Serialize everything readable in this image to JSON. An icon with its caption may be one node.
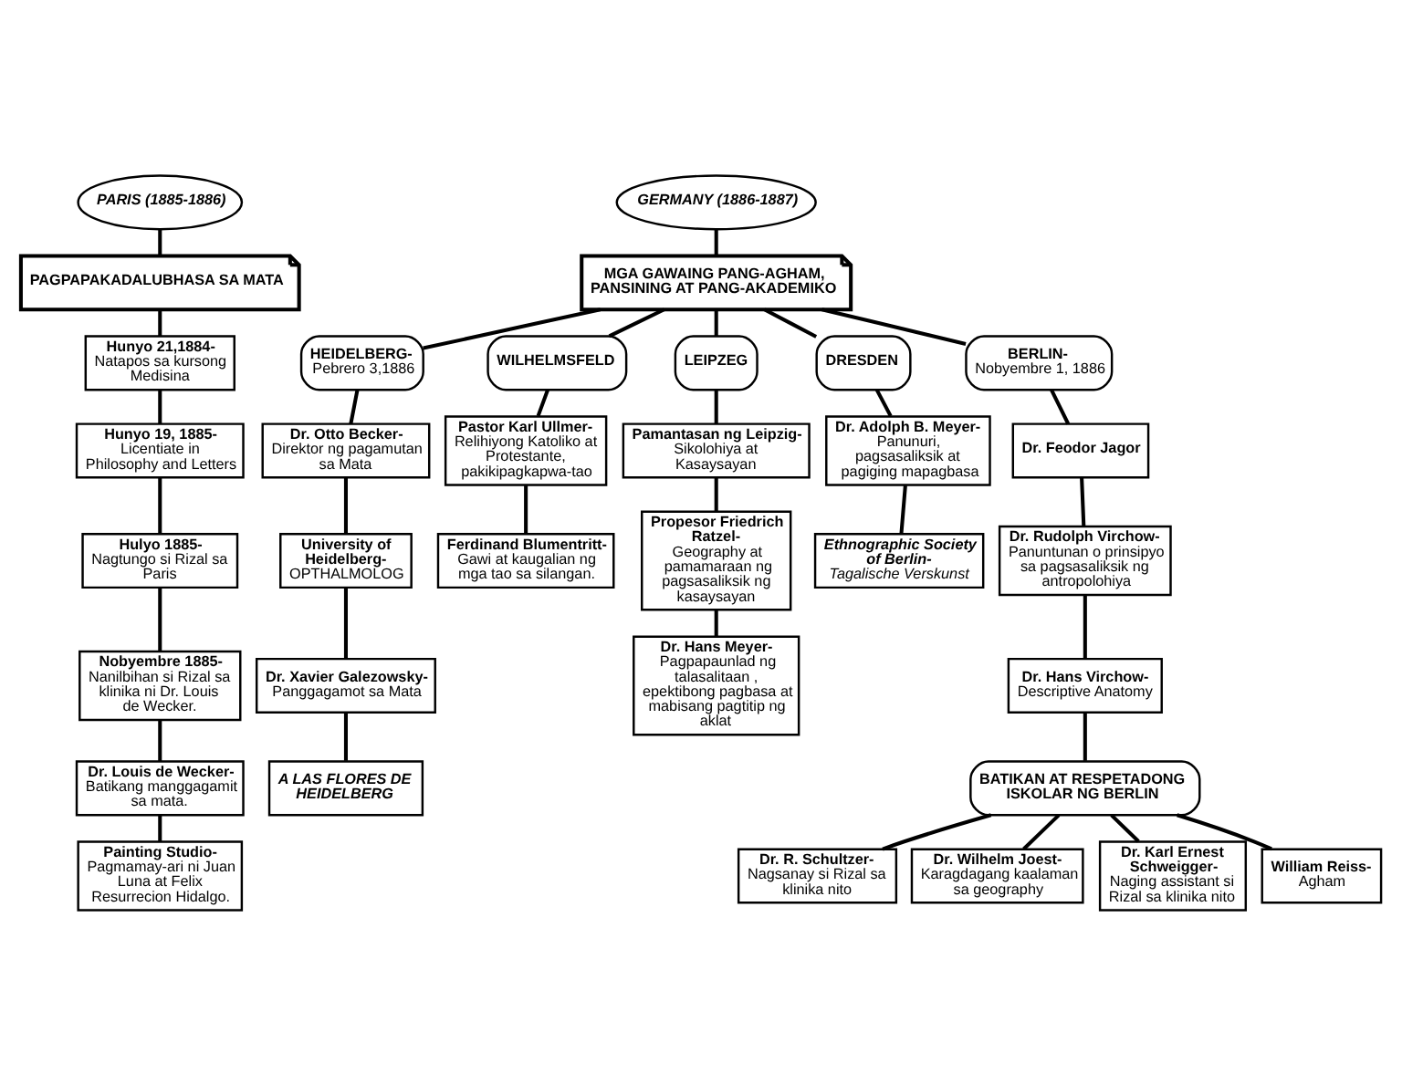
{
  "diagram": {
    "nodes": [
      {
        "text": [
          "PARIS (1885-1886)"
        ]
      },
      {
        "text": [
          "PAGPAPAKADALUBHASA SA MATA"
        ]
      },
      {
        "text": [
          "Hunyo 21,1884-",
          "Natapos sa kursong Medisina"
        ]
      },
      {
        "text": [
          "Hunyo 19, 1885-",
          "Licentiate in Philosophy and Letters"
        ]
      },
      {
        "text": [
          "Hulyo 1885-",
          "Nagtungo si Rizal sa Paris"
        ]
      },
      {
        "text": [
          "Nobyembre 1885-",
          "Nanilbihan si Rizal sa klinika ni Dr. Louis de Wecker."
        ]
      },
      {
        "text": [
          "Dr. Louis de Wecker-",
          "Batikang manggagamit sa mata."
        ]
      },
      {
        "text": [
          "Painting Studio-",
          "Pagmamay-ari ni Juan Luna at Felix Resurrecion Hidalgo."
        ]
      },
      {
        "text": [
          "GERMANY (1886-1887)"
        ]
      },
      {
        "text": [
          "MGA GAWAING PANG-AGHAM, PANSINING AT PANG-AKADEMIKO"
        ]
      },
      {
        "text": [
          "HEIDELBERG-",
          "Pebrero 3,1886"
        ]
      },
      {
        "text": [
          "WILHELMSFELD"
        ]
      },
      {
        "text": [
          "LEIPZEG"
        ]
      },
      {
        "text": [
          "DRESDEN"
        ]
      },
      {
        "text": [
          "BERLIN-",
          "Nobyembre 1, 1886"
        ]
      },
      {
        "text": [
          "Dr. Otto Becker-",
          "Direktor ng pagamutan sa Mata"
        ]
      },
      {
        "text": [
          "University of Heidelberg-",
          "OPTHALMOLOG"
        ]
      },
      {
        "text": [
          "Dr. Xavier Galezowsky-",
          "Panggagamot sa Mata"
        ]
      },
      {
        "text": [
          "A LAS FLORES DE HEIDELBERG"
        ]
      },
      {
        "text": [
          "Pastor Karl Ullmer-",
          "Relihiyong Katoliko at Protestante, pakikipagkapwa-tao"
        ]
      },
      {
        "text": [
          "Ferdinand Blumentritt-",
          "Gawi at kaugalian ng mga tao sa silangan."
        ]
      },
      {
        "text": [
          "Pamantasan ng Leipzig-",
          "Sikolohiya at Kasaysayan"
        ]
      },
      {
        "text": [
          "Propesor Friedrich Ratzel-",
          "Geography at pamamaraan ng pagsasaliksik ng kasaysayan"
        ]
      },
      {
        "text": [
          "Dr. Hans Meyer-",
          "Pagpapaunlad ng talasalitaan , epektibong pagbasa at mabisang pagtitip ng aklat"
        ]
      },
      {
        "text": [
          "Dr. Adolph B. Meyer-",
          "Panunuri, pagsasaliksik at pagiging mapagbasa"
        ]
      },
      {
        "text": [
          "Ethnographic Society of Berlin-",
          "Tagalische Verskunst"
        ]
      },
      {
        "text": [
          "Dr. Feodor Jagor"
        ]
      },
      {
        "text": [
          "Dr. Rudolph Virchow-",
          "Panuntunan o prinsipyo sa pagsasaliksik ng antropolohiya"
        ]
      },
      {
        "text": [
          "Dr. Hans Virchow-",
          "Descriptive Anatomy"
        ]
      },
      {
        "text": [
          "BATIKAN AT RESPETADONG ISKOLAR NG BERLIN"
        ]
      },
      {
        "text": [
          "Dr. R. Schultzer-",
          "Nagsanay si Rizal sa klinika nito"
        ]
      },
      {
        "text": [
          "Dr. Wilhelm Joest-",
          "Karagdagang kaalaman sa geography"
        ]
      },
      {
        "text": [
          "Dr. Karl Ernest Schweigger-",
          "Naging assistant si Rizal sa klinika nito"
        ]
      },
      {
        "text": [
          "William Reiss-",
          "Agham"
        ]
      }
    ],
    "edges": [
      {
        "from": 0,
        "to": 1,
        "arrow": "none"
      },
      {
        "from": 1,
        "to": 2,
        "arrow": "none"
      },
      {
        "from": 2,
        "to": 3,
        "arrow": "none"
      },
      {
        "from": 3,
        "to": 4,
        "arrow": "none"
      },
      {
        "from": 4,
        "to": 5,
        "arrow": "none"
      },
      {
        "from": 5,
        "to": 6,
        "arrow": "none"
      },
      {
        "from": 6,
        "to": 7,
        "arrow": "none"
      },
      {
        "from": 8,
        "to": 9,
        "arrow": "none"
      },
      {
        "from": 9,
        "to": 10,
        "arrow": "none"
      },
      {
        "from": 9,
        "to": 11,
        "arrow": "none"
      },
      {
        "from": 9,
        "to": 12,
        "arrow": "none"
      },
      {
        "from": 9,
        "to": 13,
        "arrow": "none"
      },
      {
        "from": 9,
        "to": 14,
        "arrow": "none"
      },
      {
        "from": 10,
        "to": 15,
        "arrow": "none"
      },
      {
        "from": 15,
        "to": 16,
        "arrow": "none"
      },
      {
        "from": 16,
        "to": 17,
        "arrow": "none"
      },
      {
        "from": 17,
        "to": 18,
        "arrow": "none"
      },
      {
        "from": 11,
        "to": 19,
        "arrow": "none"
      },
      {
        "from": 19,
        "to": 20,
        "arrow": "none"
      },
      {
        "from": 12,
        "to": 21,
        "arrow": "none"
      },
      {
        "from": 21,
        "to": 22,
        "arrow": "none"
      },
      {
        "from": 22,
        "to": 23,
        "arrow": "none"
      },
      {
        "from": 13,
        "to": 24,
        "arrow": "none"
      },
      {
        "from": 24,
        "to": 25,
        "arrow": "none"
      },
      {
        "from": 14,
        "to": 26,
        "arrow": "none"
      },
      {
        "from": 26,
        "to": 27,
        "arrow": "none"
      },
      {
        "from": 27,
        "to": 28,
        "arrow": "none"
      },
      {
        "from": 28,
        "to": 29,
        "arrow": "none"
      },
      {
        "from": 29,
        "to": 30,
        "arrow": "none"
      },
      {
        "from": 29,
        "to": 31,
        "arrow": "none"
      },
      {
        "from": 29,
        "to": 32,
        "arrow": "none"
      },
      {
        "from": 29,
        "to": 33,
        "arrow": "none"
      }
    ]
  }
}
